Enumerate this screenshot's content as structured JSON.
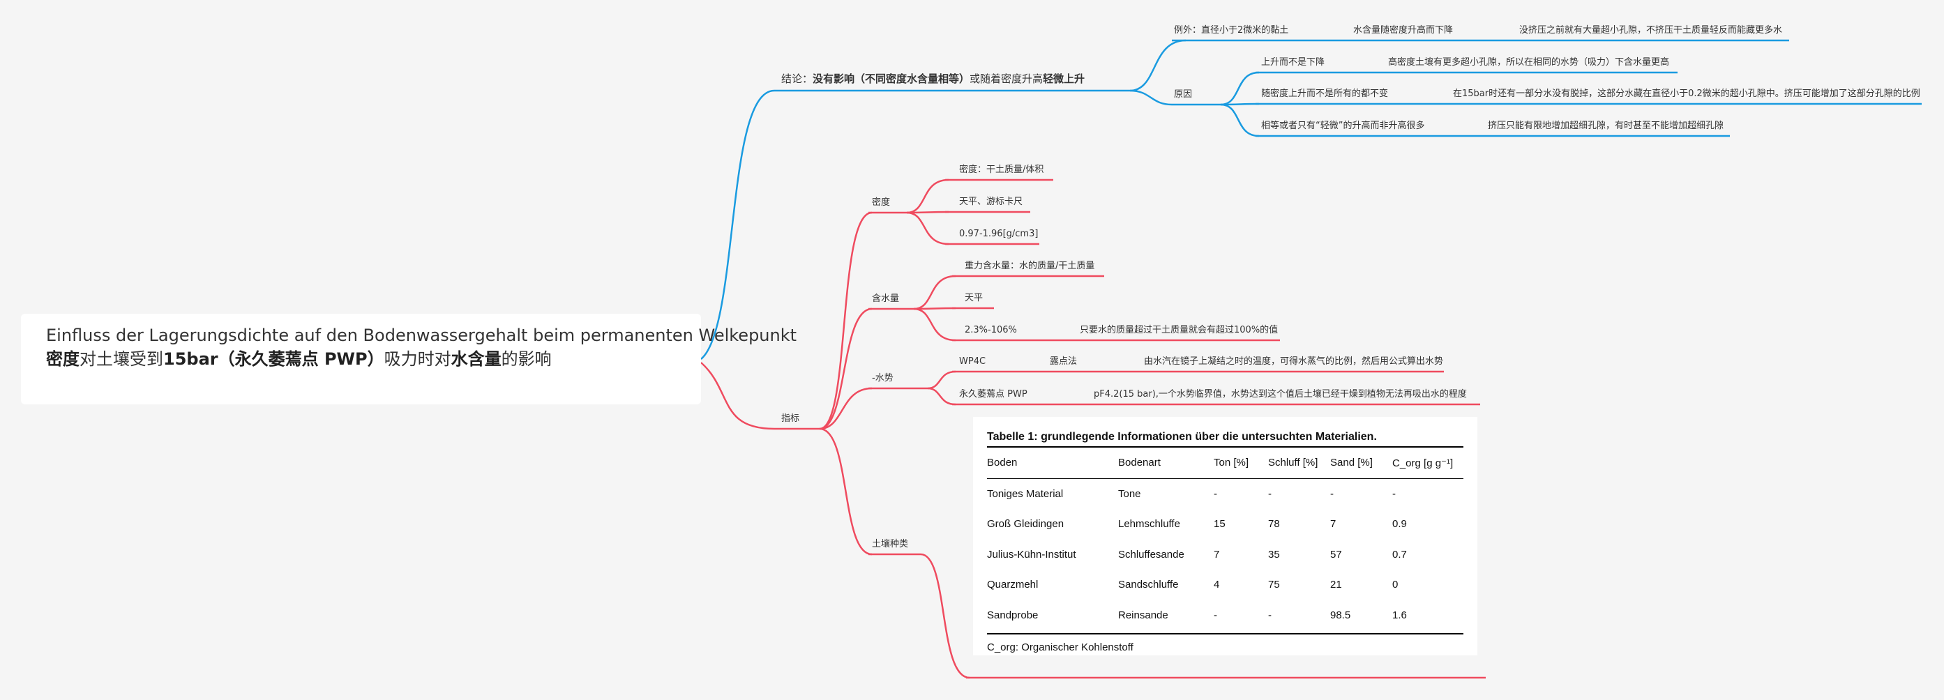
{
  "root": {
    "line1": "Einfluss der Lagerungsdichte auf den Bodenwassergehalt beim permanenten Welkepunkt",
    "line2_a": "密度",
    "line2_b": "对土壤受到",
    "line2_c": "15bar（永久萎蔫点 PWP）",
    "line2_d": "吸力时对",
    "line2_e": "水含量",
    "line2_f": "的影响"
  },
  "conclusion": {
    "prefix": "结论：",
    "bold1": "没有影响（不同密度水含量相等）",
    "mid": "或随着密度升高",
    "bold2": "轻微上升",
    "exception": {
      "label": "例外：直径小于2微米的黏土",
      "child": "水含量随密度升高而下降",
      "grandchild": "没挤压之前就有大量超小孔隙，不挤压干土质量轻反而能藏更多水"
    },
    "reason": {
      "label": "原因",
      "items": [
        {
          "label": "上升而不是下降",
          "detail": "高密度土壤有更多超小孔隙，所以在相同的水势（吸力）下含水量更高"
        },
        {
          "label": "随密度上升而不是所有的都不变",
          "detail": "在15bar时还有一部分水没有脱掉，这部分水藏在直径小于0.2微米的超小孔隙中。挤压可能增加了这部分孔隙的比例"
        },
        {
          "label": "相等或者只有“轻微”的升高而非升高很多",
          "detail": "挤压只能有限地增加超细孔隙，有时甚至不能增加超细孔隙"
        }
      ]
    }
  },
  "indicators": {
    "label": "指标",
    "density": {
      "label": "密度",
      "items": [
        "密度：干土质量/体积",
        "天平、游标卡尺",
        "0.97-1.96[g/cm3]"
      ]
    },
    "water_content": {
      "label": "含水量",
      "items": [
        "重力含水量：水的质量/干土质量",
        "天平",
        "2.3%-106%"
      ],
      "note": "只要水的质量超过干土质量就会有超过100%的值"
    },
    "water_potential": {
      "label": "-水势",
      "wp4c": "WP4C",
      "dew_point": "露点法",
      "dew_detail": "由水汽在镜子上凝结之时的温度，可得水蒸气的比例，然后用公式算出水势",
      "pwp": "永久萎蔫点 PWP",
      "pwp_detail": "pF4.2(15 bar),一个水势临界值，水势达到这个值后土壤已经干燥到植物无法再吸出水的程度"
    },
    "soil_types": {
      "label": "土壤种类"
    }
  },
  "table": {
    "title": "Tabelle 1: grundlegende Informationen über die untersuchten Materialien.",
    "headers": [
      "Boden",
      "Bodenart",
      "Ton [%]",
      "Schluff [%]",
      "Sand [%]",
      "C_org [g g⁻¹]"
    ],
    "rows": [
      [
        "Toniges Material",
        "Tone",
        "-",
        "-",
        "-",
        "-"
      ],
      [
        "Groß Gleidingen",
        "Lehmschluffe",
        "15",
        "78",
        "7",
        "0.9"
      ],
      [
        "Julius-Kühn-Institut",
        "Schluffesande",
        "7",
        "35",
        "57",
        "0.7"
      ],
      [
        "Quarzmehl",
        "Sandschluffe",
        "4",
        "75",
        "21",
        "0"
      ],
      [
        "Sandprobe",
        "Reinsande",
        "-",
        "-",
        "98.5",
        "1.6"
      ]
    ],
    "note": "C_org: Organischer Kohlenstoff"
  },
  "colors": {
    "blue": "#1a9be0",
    "red": "#ef4b5f"
  }
}
